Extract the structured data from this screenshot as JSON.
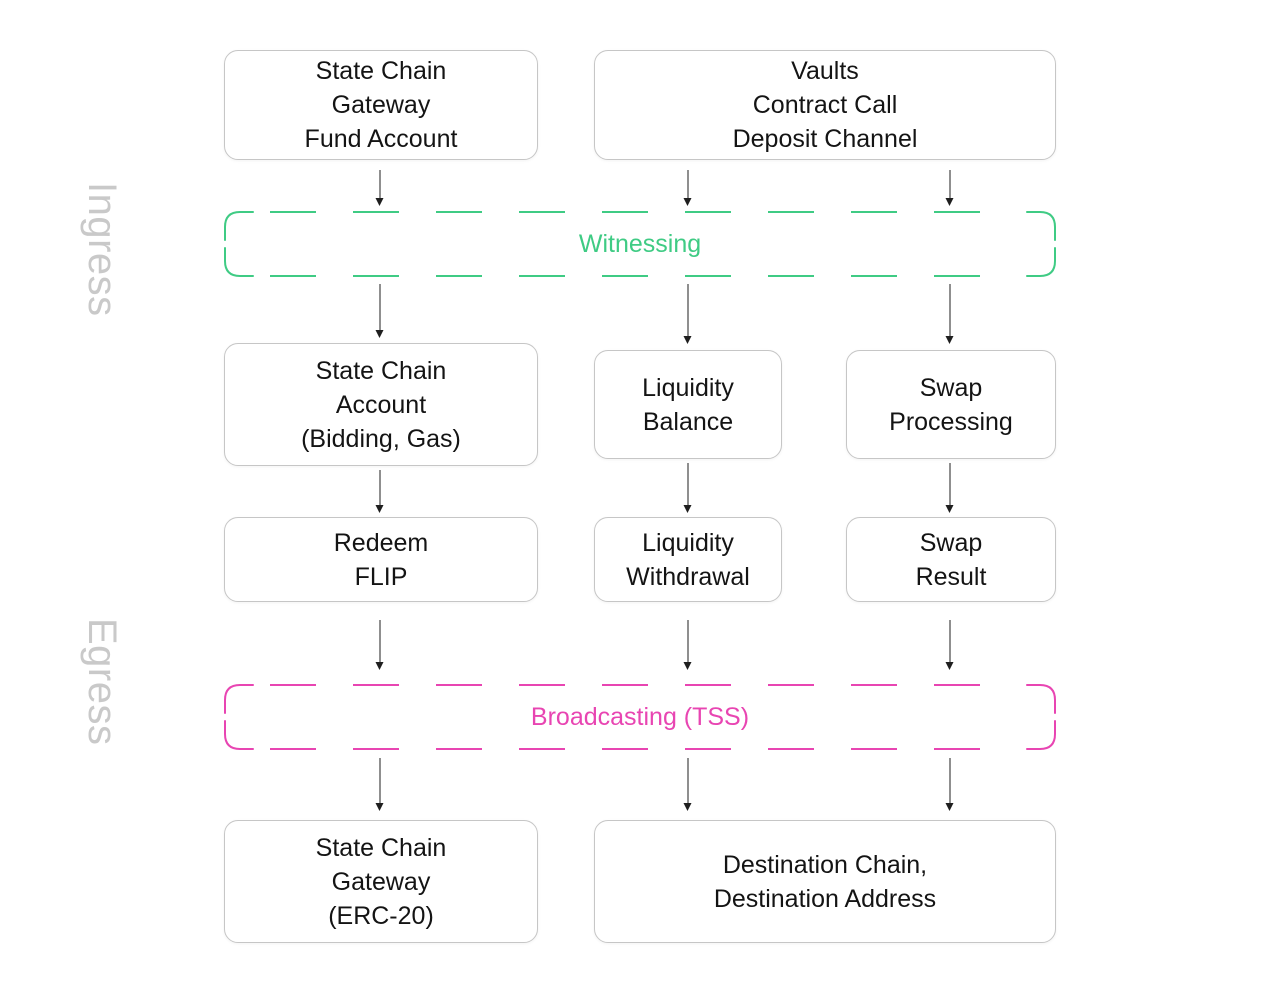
{
  "side_labels": {
    "ingress": "Ingress",
    "egress": "Egress"
  },
  "bands": {
    "witnessing": {
      "label": "Witnessing",
      "color": "#3fcb84"
    },
    "broadcasting": {
      "label": "Broadcasting (TSS)",
      "color": "#e845b2"
    }
  },
  "nodes": {
    "state_chain_gateway_fund_account": {
      "lines": [
        "State Chain",
        "Gateway",
        "Fund Account"
      ]
    },
    "vaults_contract_call_deposit_channel": {
      "lines": [
        "Vaults",
        "Contract Call",
        "Deposit Channel"
      ]
    },
    "state_chain_account_bidding_gas": {
      "lines": [
        "State Chain",
        "Account",
        "(Bidding, Gas)"
      ]
    },
    "liquidity_balance": {
      "lines": [
        "Liquidity",
        "Balance"
      ]
    },
    "swap_processing": {
      "lines": [
        "Swap",
        "Processing"
      ]
    },
    "redeem_flip": {
      "lines": [
        "Redeem",
        "FLIP"
      ]
    },
    "liquidity_withdrawal": {
      "lines": [
        "Liquidity",
        "Withdrawal"
      ]
    },
    "swap_result": {
      "lines": [
        "Swap",
        "Result"
      ]
    },
    "state_chain_gateway_erc20": {
      "lines": [
        "State Chain",
        "Gateway",
        "(ERC-20)"
      ]
    },
    "destination_chain_address": {
      "lines": [
        "Destination Chain,",
        "Destination Address"
      ]
    }
  },
  "colors": {
    "accent_green": "#3fcb84",
    "accent_pink": "#e845b2",
    "box_border": "#c6c6c6",
    "side_label_gray": "#c9c9c9",
    "arrow_black": "#1f1f1f",
    "text_black": "#141414",
    "background": "#ffffff"
  }
}
